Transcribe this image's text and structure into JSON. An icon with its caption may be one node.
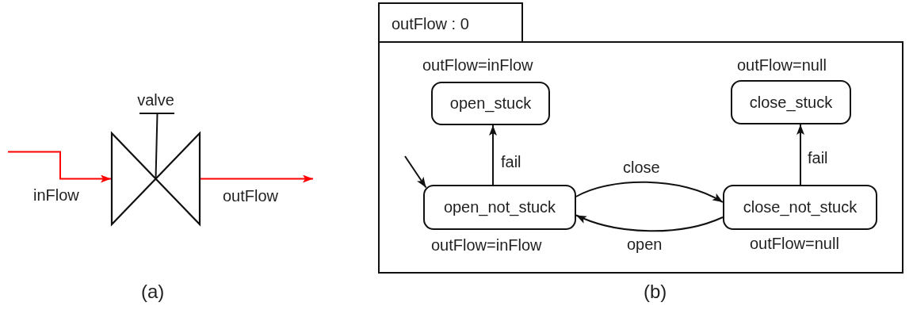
{
  "diagram": {
    "nodes": [
      {
        "text": [
          "valve"
        ]
      },
      {
        "text": [
          "outFlow : 0"
        ]
      },
      {
        "text": [
          "open_stuck"
        ],
        "in": 1,
        "beside": [
          "outFlow=inFlow"
        ]
      },
      {
        "text": [
          "close_stuck"
        ],
        "in": 1,
        "beside": [
          "outFlow=null"
        ]
      },
      {
        "text": [
          "open_not_stuck"
        ],
        "in": 1,
        "beside": [
          "outFlow=inFlow"
        ]
      },
      {
        "text": [
          "close_not_stuck"
        ],
        "in": 1,
        "beside": [
          "outFlow=null"
        ]
      }
    ],
    "edges": [
      {
        "from": null,
        "to": 0,
        "arrow": "to",
        "label": "inFlow",
        "color": "#ff0000"
      },
      {
        "from": 0,
        "to": null,
        "arrow": "to",
        "label": "outFlow",
        "color": "#ff0000"
      },
      {
        "from": null,
        "to": 4,
        "arrow": "to"
      },
      {
        "from": 4,
        "to": 2,
        "arrow": "to",
        "label": "fail"
      },
      {
        "from": 5,
        "to": 3,
        "arrow": "to",
        "label": "fail"
      },
      {
        "from": 4,
        "to": 5,
        "arrow": "to",
        "label": "close"
      },
      {
        "from": 5,
        "to": 4,
        "arrow": "to",
        "label": "open"
      }
    ],
    "labels": [
      "(a)",
      "(b)"
    ]
  }
}
